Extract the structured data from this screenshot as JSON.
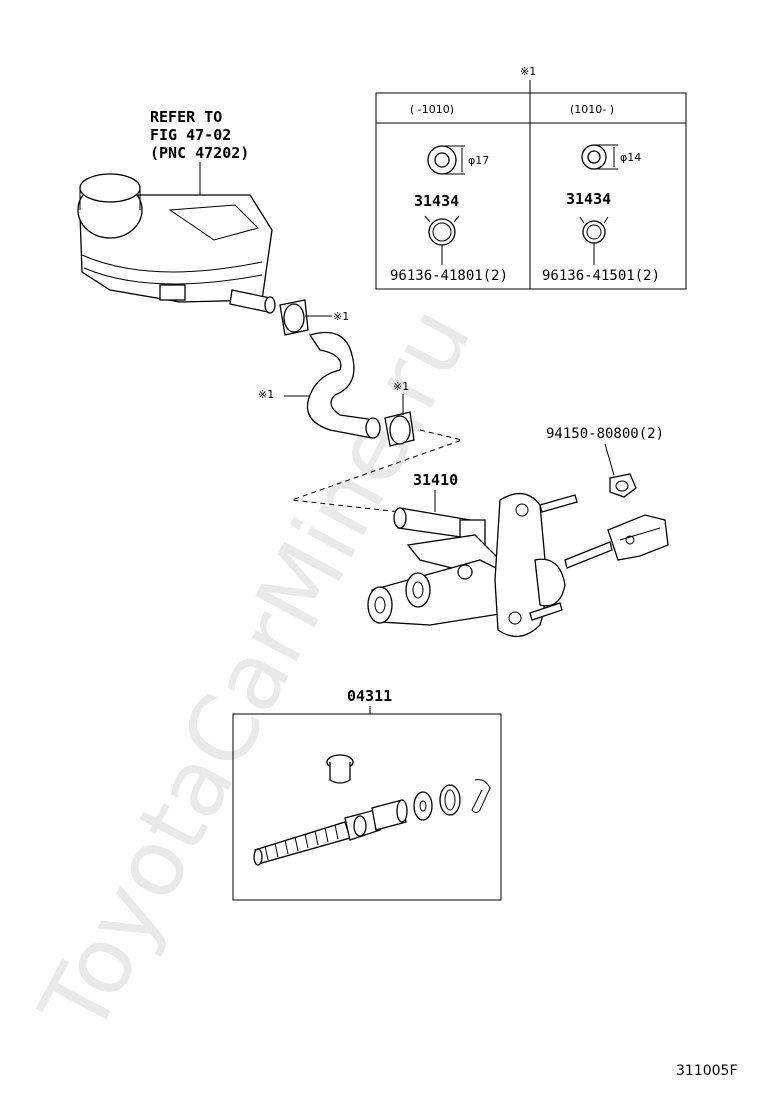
{
  "watermark": "ToyotaCarMine.ru",
  "figure_id": "311005F",
  "reservoir_ref": {
    "line1": "REFER TO",
    "line2": "FIG 47-02",
    "line3": "(PNC 47202)"
  },
  "note_mark": "※1",
  "inset_table": {
    "col1_header": "(      -1010)",
    "col2_header": "(1010-      )",
    "col1": {
      "diameter": "φ17",
      "part_no": "31434",
      "clip_no": "96136-41801(2)"
    },
    "col2": {
      "diameter": "φ14",
      "part_no": "31434",
      "clip_no": "96136-41501(2)"
    }
  },
  "callouts": {
    "hose_clip_upper": "※1",
    "hose": "※1",
    "hose_clip_lower": "※1",
    "nut": "94150-80800(2)",
    "master_cylinder": "31410",
    "repair_kit": "04311"
  }
}
